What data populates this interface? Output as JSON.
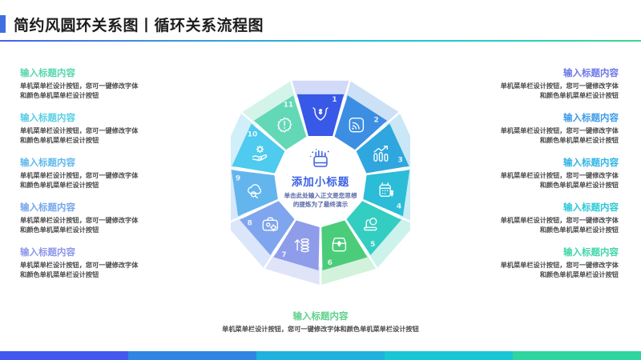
{
  "header": {
    "title": "简约风圆环关系图丨循环关系流程图",
    "accent_color": "#3F6FE0"
  },
  "hub": {
    "icon": "beaker-chart-icon",
    "title": "添加小标题",
    "subtitle_line1": "单击此处输入正文是您思想",
    "subtitle_line2": "的提炼为了最终演示",
    "title_color": "#3B63E2"
  },
  "left_blocks": [
    {
      "title": "输入标题内容",
      "body_line1": "单机菜单栏设计按钮，您可一键修改字体",
      "body_line2": "和颜色单机菜单栏设计按钮",
      "color": "#57D6AE"
    },
    {
      "title": "输入标题内容",
      "body_line1": "单机菜单栏设计按钮，您可一键修改字体",
      "body_line2": "和颜色单机菜单栏设计按钮",
      "color": "#59CDE6"
    },
    {
      "title": "输入标题内容",
      "body_line1": "单机菜单栏设计按钮，您可一键修改字体",
      "body_line2": "和颜色单机菜单栏设计按钮",
      "color": "#5FB9EC"
    },
    {
      "title": "输入标题内容",
      "body_line1": "单机菜单栏设计按钮，您可一键修改字体",
      "body_line2": "和颜色单机菜单栏设计按钮",
      "color": "#76A6EC"
    },
    {
      "title": "输入标题内容",
      "body_line1": "单机菜单栏设计按钮，您可一键修改字体",
      "body_line2": "和颜色单机菜单栏设计按钮",
      "color": "#8C97EA"
    }
  ],
  "right_blocks": [
    {
      "title": "输入标题内容",
      "body_line1": "单机菜单栏设计按钮，您可一键修改字体",
      "body_line2": "和颜色单机菜单栏设计按钮",
      "color": "#6C78E8"
    },
    {
      "title": "输入标题内容",
      "body_line1": "单机菜单栏设计按钮，您可一键修改字体",
      "body_line2": "和颜色单机菜单栏设计按钮",
      "color": "#3F9BE8"
    },
    {
      "title": "输入标题内容",
      "body_line1": "单机菜单栏设计按钮，您可一键修改字体",
      "body_line2": "和颜色单机菜单栏设计按钮",
      "color": "#2EB4E4"
    },
    {
      "title": "输入标题内容",
      "body_line1": "单机菜单栏设计按钮，您可一键修改字体",
      "body_line2": "和颜色单机菜单栏设计按钮",
      "color": "#2CC9D6"
    },
    {
      "title": "输入标题内容",
      "body_line1": "单机菜单栏设计按钮，您可一键修改字体",
      "body_line2": "和颜色单机菜单栏设计按钮",
      "color": "#3FD6A8"
    }
  ],
  "bottom_caption": {
    "title": "输入标题内容",
    "body": "单机菜单栏设计按钮，您可一键修改字体和颜色单机菜单栏设计按钮",
    "color": "#5ED18A"
  },
  "wheel": {
    "segment_count": 11,
    "segments": [
      {
        "number": "1",
        "icon": "hands-holding-money-icon",
        "color": "#3858E8"
      },
      {
        "number": "2",
        "icon": "wifi-signal-icon",
        "color": "#3C8EE2"
      },
      {
        "number": "3",
        "icon": "bar-chart-growth-icon",
        "color": "#2FA6DE"
      },
      {
        "number": "4",
        "icon": "calculator-money-icon",
        "color": "#2BBCD8"
      },
      {
        "number": "5",
        "icon": "presentation-board-icon",
        "color": "#33CEC1"
      },
      {
        "number": "6",
        "icon": "money-inbox-icon",
        "color": "#4BCC7A"
      },
      {
        "number": "7",
        "icon": "coins-arrow-up-icon",
        "color": "#8E9CEA"
      },
      {
        "number": "8",
        "icon": "briefcase-gear-icon",
        "color": "#7FA5EE"
      },
      {
        "number": "9",
        "icon": "cloud-search-icon",
        "color": "#63B5EE"
      },
      {
        "number": "10",
        "icon": "hand-gear-icon",
        "color": "#4ECBEE"
      },
      {
        "number": "11",
        "icon": "exclamation-badge-icon",
        "color": "#63D8B6"
      }
    ],
    "halo_colors": [
      "#c9d3f8",
      "#c3dcf5",
      "#bfe3f4",
      "#bfeaf2",
      "#c3f0e9",
      "#caf0d6",
      "#dadff8",
      "#d6e2f9",
      "#cee4f8",
      "#c8ecf8",
      "#cdf2e6"
    ]
  },
  "bottom_bar_colors": [
    "#4258EE",
    "#3085E3",
    "#1FB2DE",
    "#18C6D6",
    "#2FD49E"
  ]
}
